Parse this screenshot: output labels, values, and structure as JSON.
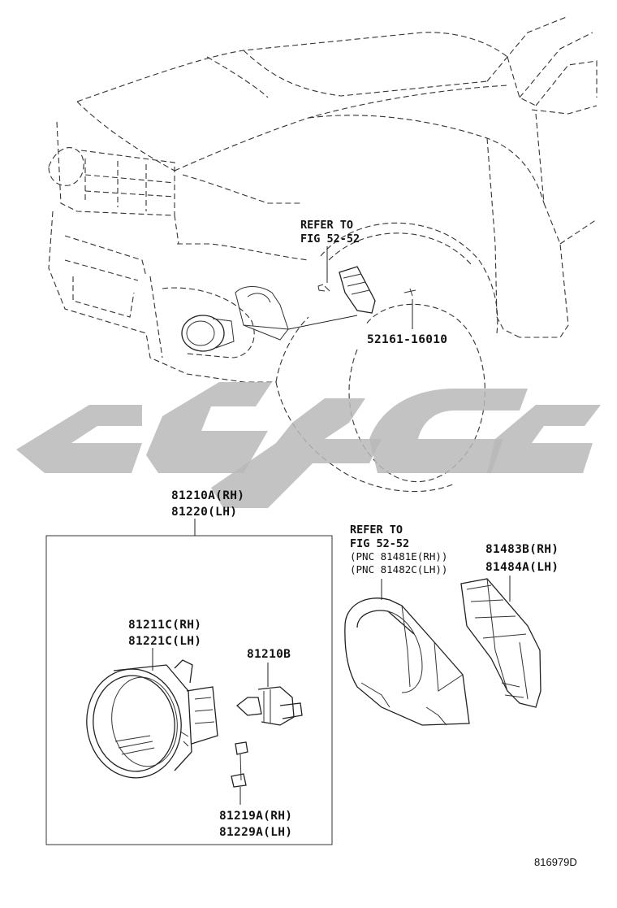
{
  "labels": {
    "refer_top_1": "REFER TO",
    "refer_top_2": "FIG 52-52",
    "part_52161": "52161-16010",
    "part_81210a": "81210A(RH)",
    "part_81220": "81220(LH)",
    "part_81211c": "81211C(RH)",
    "part_81221c": "81221C(LH)",
    "part_81210b": "81210B",
    "part_81219a": "81219A(RH)",
    "part_81229a": "81229A(LH)",
    "refer_mid_1": "REFER TO",
    "refer_mid_2": "FIG 52-52",
    "pnc_1": "(PNC 81481E(RH))",
    "pnc_2": "(PNC 81482C(LH))",
    "part_81483b": "81483B(RH)",
    "part_81484a": "81484A(LH)",
    "figure_number": "816979D"
  },
  "colors": {
    "line": "#222222",
    "watermark": "#b9b9b9",
    "background": "#ffffff"
  }
}
